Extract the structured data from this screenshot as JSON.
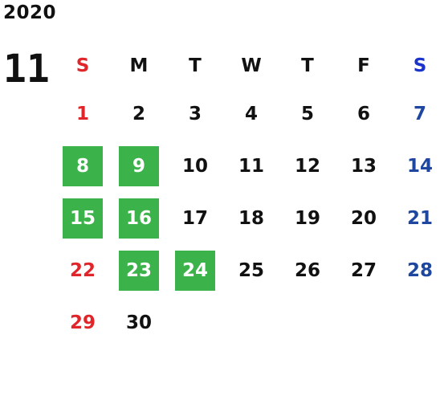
{
  "year": "2020",
  "month": "11",
  "weekdays": [
    "S",
    "M",
    "T",
    "W",
    "T",
    "F",
    "S"
  ],
  "days": [
    "1",
    "2",
    "3",
    "4",
    "5",
    "6",
    "7",
    "8",
    "9",
    "10",
    "11",
    "12",
    "13",
    "14",
    "15",
    "16",
    "17",
    "18",
    "19",
    "20",
    "21",
    "22",
    "23",
    "24",
    "25",
    "26",
    "27",
    "28",
    "29",
    "30"
  ],
  "first_weekday_index": 0,
  "highlighted_days": [
    "8",
    "9",
    "15",
    "16",
    "23",
    "24"
  ],
  "colors": {
    "sunday": "#e0262b",
    "saturday_header": "#1a33cc",
    "saturday": "#1f47a0",
    "highlight": "#3bb34a"
  }
}
